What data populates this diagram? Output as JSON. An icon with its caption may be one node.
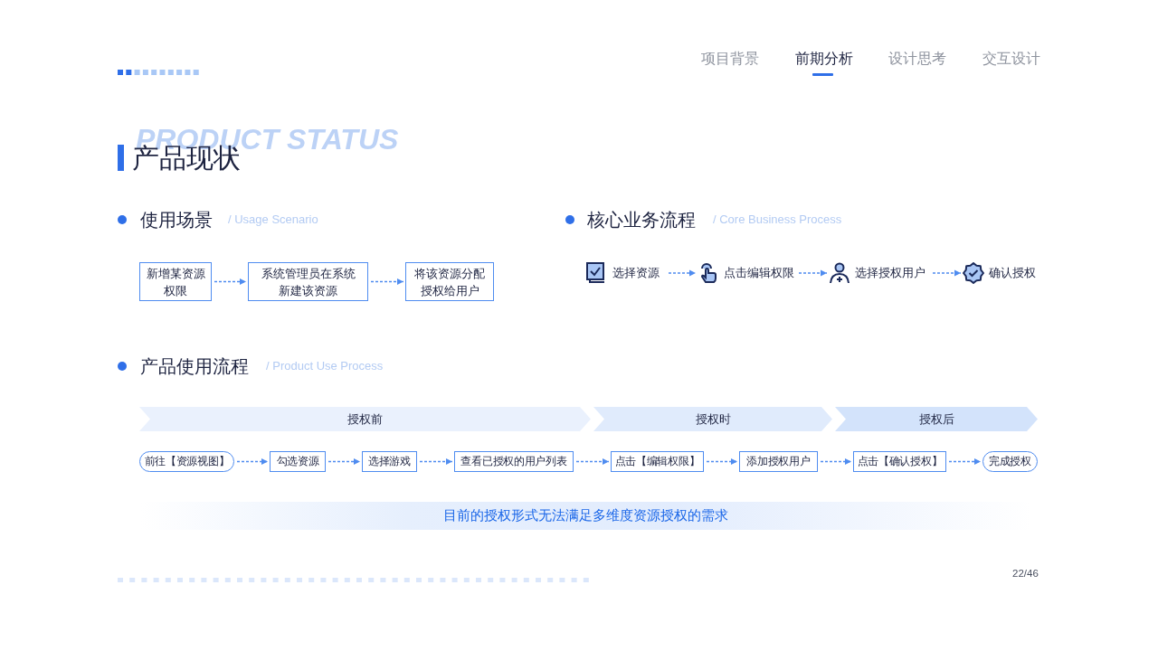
{
  "diagram": {
    "title": "产品现状",
    "nodes": [
      {
        "text": [
          "新增某资源权限"
        ]
      },
      {
        "text": [
          "系统管理员在系统新建该资源"
        ]
      },
      {
        "text": [
          "将该资源分配授权给用户"
        ]
      },
      {
        "text": [
          "选择资源"
        ]
      },
      {
        "text": [
          "点击编辑权限"
        ]
      },
      {
        "text": [
          "选择授权用户"
        ]
      },
      {
        "text": [
          "确认授权"
        ]
      },
      {
        "text": [
          "授权前"
        ]
      },
      {
        "text": [
          "授权时"
        ]
      },
      {
        "text": [
          "授权后"
        ]
      },
      {
        "text": [
          "前往【资源视图】"
        ]
      },
      {
        "text": [
          "勾选资源"
        ]
      },
      {
        "text": [
          "选择游戏"
        ]
      },
      {
        "text": [
          "查看已授权的用户列表"
        ]
      },
      {
        "text": [
          "点击【编辑权限】"
        ]
      },
      {
        "text": [
          "添加授权用户"
        ]
      },
      {
        "text": [
          "点击【确认授权】"
        ]
      },
      {
        "text": [
          "完成授权"
        ]
      },
      {
        "text": [
          "目前的授权形式无法满足多维度资源授权的需求"
        ]
      }
    ],
    "edges": [
      {
        "from": 0,
        "to": 1,
        "arrow": "to",
        "style": "dashed"
      },
      {
        "from": 1,
        "to": 2,
        "arrow": "to",
        "style": "dashed"
      },
      {
        "from": 3,
        "to": 4,
        "arrow": "to",
        "style": "dashed"
      },
      {
        "from": 4,
        "to": 5,
        "arrow": "to",
        "style": "dashed"
      },
      {
        "from": 5,
        "to": 6,
        "arrow": "to",
        "style": "dashed"
      },
      {
        "from": 10,
        "to": 11,
        "arrow": "to",
        "style": "dashed"
      },
      {
        "from": 11,
        "to": 12,
        "arrow": "to",
        "style": "dashed"
      },
      {
        "from": 12,
        "to": 13,
        "arrow": "to",
        "style": "dashed"
      },
      {
        "from": 13,
        "to": 14,
        "arrow": "to",
        "style": "dashed"
      },
      {
        "from": 14,
        "to": 15,
        "arrow": "to",
        "style": "dashed"
      },
      {
        "from": 15,
        "to": 16,
        "arrow": "to",
        "style": "dashed"
      },
      {
        "from": 16,
        "to": 17,
        "arrow": "to",
        "style": "dashed"
      }
    ],
    "labels": [
      "项目背景",
      "前期分析",
      "设计思考",
      "交互设计",
      "PRODUCT STATUS",
      "使用场景",
      "/ Usage Scenario",
      "核心业务流程",
      "/ Core Business Process",
      "产品使用流程",
      "/ Product Use Process",
      "22/46"
    ]
  }
}
